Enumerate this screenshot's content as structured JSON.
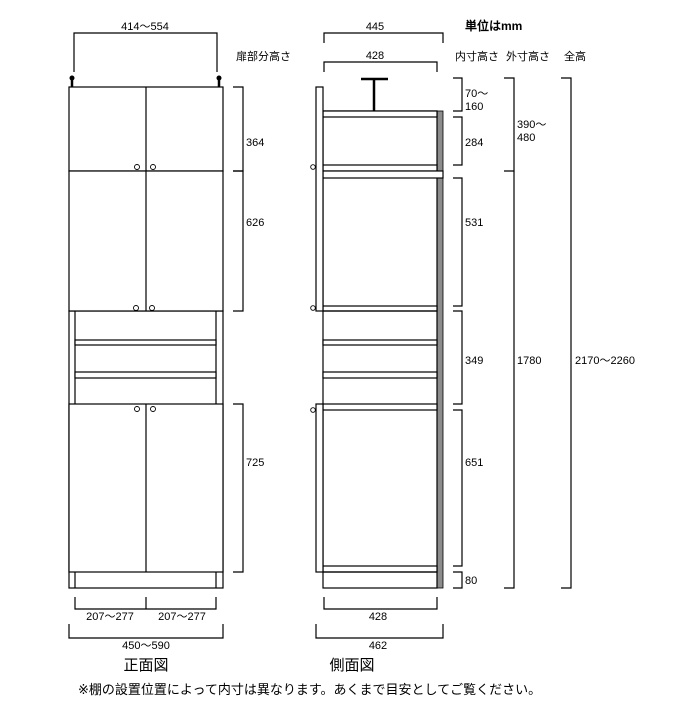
{
  "unit_label": "単位はmm",
  "front_view": {
    "title": "正面図",
    "top_width": "414～554",
    "door_height_header": "扉部分高さ",
    "door_heights": [
      "364",
      "626",
      "725"
    ],
    "door_widths": [
      "207～277",
      "207～277"
    ],
    "total_width": "450～590"
  },
  "side_view": {
    "title": "側面図",
    "top_depth_outer": "445",
    "top_depth_inner": "428",
    "bottom_depth_inner": "428",
    "bottom_depth_outer": "462",
    "headers": {
      "inner": "内寸高さ",
      "outer": "外寸高さ",
      "total": "全高"
    },
    "inner_heights": [
      "70～",
      "160",
      "284",
      "531",
      "349",
      "651",
      "80"
    ],
    "outer_heights": [
      "390～",
      "480",
      "1780"
    ],
    "total_height": "2170～2260",
    "back_panel_color": "#8c8c8c"
  },
  "note": "※棚の設置位置によって内寸は異なります。あくまで目安としてご覧ください。"
}
